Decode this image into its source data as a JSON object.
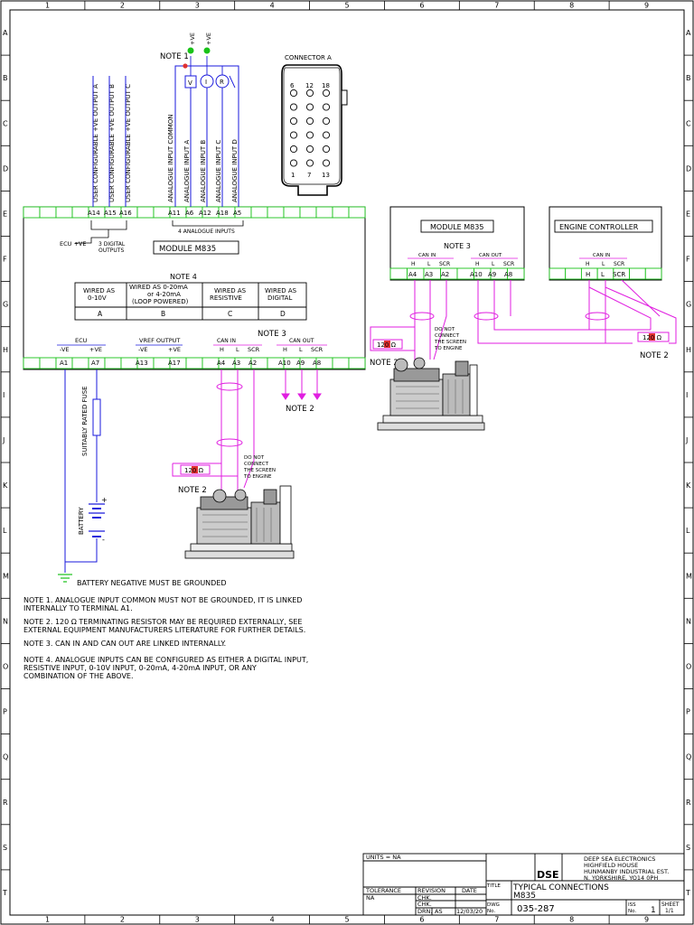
{
  "border": {
    "columns": [
      "1",
      "2",
      "3",
      "4",
      "5",
      "6",
      "7",
      "8",
      "9"
    ],
    "rows": [
      "A",
      "B",
      "C",
      "D",
      "E",
      "F",
      "G",
      "H",
      "I",
      "J",
      "K",
      "L",
      "M",
      "N",
      "O",
      "P",
      "Q",
      "R",
      "S",
      "T"
    ]
  },
  "connector_a": {
    "title": "CONNECTOR A",
    "top_numbers": [
      "6",
      "12",
      "18"
    ],
    "bottom_numbers": [
      "1",
      "7",
      "13"
    ]
  },
  "module_main": {
    "title": "MODULE M835",
    "output_labels": [
      "USER CONFIGURABLE +VE OUTPUT A",
      "USER CONFIGURABLE +VE OUTPUT B",
      "USER CONFIGURABLE +VE OUTPUT C"
    ],
    "output_terminals": [
      "A14",
      "A15",
      "A16"
    ],
    "ecu_ve": "ECU +VE",
    "digital_outputs": [
      "3 DIGITAL",
      "OUTPUTS"
    ],
    "analogue_labels": [
      "ANALOGUE INPUT COMMON",
      "ANALOGUE INPUT A",
      "ANALOGUE INPUT B",
      "ANALOGUE INPUT C",
      "ANALOGUE INPUT D"
    ],
    "analogue_terminals": [
      "A11",
      "A6",
      "A12",
      "A18",
      "A5"
    ],
    "analogue_inputs_label": "4 ANALOGUE INPUTS",
    "note1": "NOTE 1",
    "supply": [
      "+VE",
      "+VE"
    ],
    "sensors": [
      "V",
      "I",
      "R"
    ],
    "ecu_label": "ECU",
    "ecu_terms": [
      "-VE",
      "+VE"
    ],
    "bottom_terminals_1": [
      "A1",
      "A7"
    ],
    "vref_label": "VREF OUTPUT",
    "vref_terms": [
      "-VE",
      "+VE"
    ],
    "bottom_terminals_2": [
      "A13",
      "A17"
    ],
    "can_in_label": "CAN IN",
    "can_in_terms": [
      "H",
      "L",
      "SCR"
    ],
    "bottom_terminals_3": [
      "A4",
      "A3",
      "A2"
    ],
    "can_out_label": "CAN OUT",
    "can_out_terms": [
      "H",
      "L",
      "SCR"
    ],
    "bottom_terminals_4": [
      "A10",
      "A9",
      "A8"
    ],
    "note3": "NOTE 3",
    "note2": "NOTE 2"
  },
  "note4_table": {
    "title": "NOTE 4",
    "headers": [
      [
        "WIRED AS",
        "0-10V"
      ],
      [
        "WIRED AS 0-20mA",
        "or 4-20mA",
        "(LOOP POWERED)"
      ],
      [
        "WIRED AS",
        "RESISTIVE"
      ],
      [
        "WIRED AS",
        "DIGITAL"
      ]
    ],
    "letters": [
      "A",
      "B",
      "C",
      "D"
    ]
  },
  "module_right": {
    "title": "MODULE M835",
    "note3": "NOTE 3",
    "can_in_label": "CAN IN",
    "can_in_terms": [
      "H",
      "L",
      "SCR"
    ],
    "can_in_terminals": [
      "A4",
      "A3",
      "A2"
    ],
    "can_out_label": "CAN OUT",
    "can_out_terms": [
      "H",
      "L",
      "SCR"
    ],
    "can_out_terminals": [
      "A10",
      "A9",
      "A8"
    ]
  },
  "engine_controller": {
    "title": "ENGINE CONTROLLER",
    "can_in_label": "CAN IN",
    "can_in_terms": [
      "H",
      "L",
      "SCR"
    ],
    "terminals": [
      "H",
      "L",
      "SCR"
    ]
  },
  "resistor_label": "120 Ω",
  "screen_warning": [
    "DO NOT",
    "CONNECT",
    "THE SCREEN",
    "TO ENGINE"
  ],
  "note2": "NOTE 2",
  "fuse_label": "SUITABLY RATED FUSE",
  "battery_label": "BATTERY",
  "battery_plus": "+",
  "battery_minus": "-",
  "ground_note": "BATTERY NEGATIVE MUST BE GROUNDED",
  "notes": [
    [
      "NOTE 1. ANALOGUE INPUT COMMON MUST NOT BE GROUNDED, IT IS LINKED",
      "INTERNALLY TO TERMINAL A1."
    ],
    [
      "NOTE 2. 120 Ω TERMINATING RESISTOR MAY BE REQUIRED EXTERNALLY, SEE",
      "EXTERNAL EQUIPMENT MANUFACTURERS LITERATURE FOR FURTHER DETAILS."
    ],
    [
      "NOTE 3. CAN IN AND CAN OUT ARE LINKED INTERNALLY."
    ],
    [
      "NOTE 4. ANALOGUE INPUTS CAN BE CONFIGURED AS EITHER A DIGITAL INPUT,",
      "RESISTIVE INPUT, 0-10V INPUT, 0-20mA, 4-20mA INPUT, OR ANY",
      "COMBINATION OF THE ABOVE."
    ]
  ],
  "title_block": {
    "units": "UNITS = NA",
    "tolerance_label": "TOLERANCE",
    "tolerance_value": "NA",
    "revision_label": "REVISION",
    "date_label": "DATE",
    "chk1": "CHK.",
    "chk2": "CHK.",
    "drn": "DRN.",
    "drn_initials": "AS",
    "drn_date": "12/03/20",
    "logo": "DSE",
    "company": [
      "DEEP SEA ELECTRONICS",
      "HIGHFIELD HOUSE",
      "HUNMANBY INDUSTRIAL EST.",
      "N. YORKSHIRE, YO14 0PH"
    ],
    "title_label": "TITLE",
    "title_lines": [
      "TYPICAL CONNECTIONS",
      "M835"
    ],
    "dwg_label": [
      "DWG",
      "No."
    ],
    "dwg_number": "035-287",
    "iss_label": [
      "ISS",
      "No."
    ],
    "iss_number": "1",
    "sheet_label": "SHEET",
    "sheet_value": "1/1"
  },
  "colors": {
    "blue": "#1a1adc",
    "magenta": "#e01ee0",
    "green": "#19c219",
    "red": "#e03030"
  }
}
